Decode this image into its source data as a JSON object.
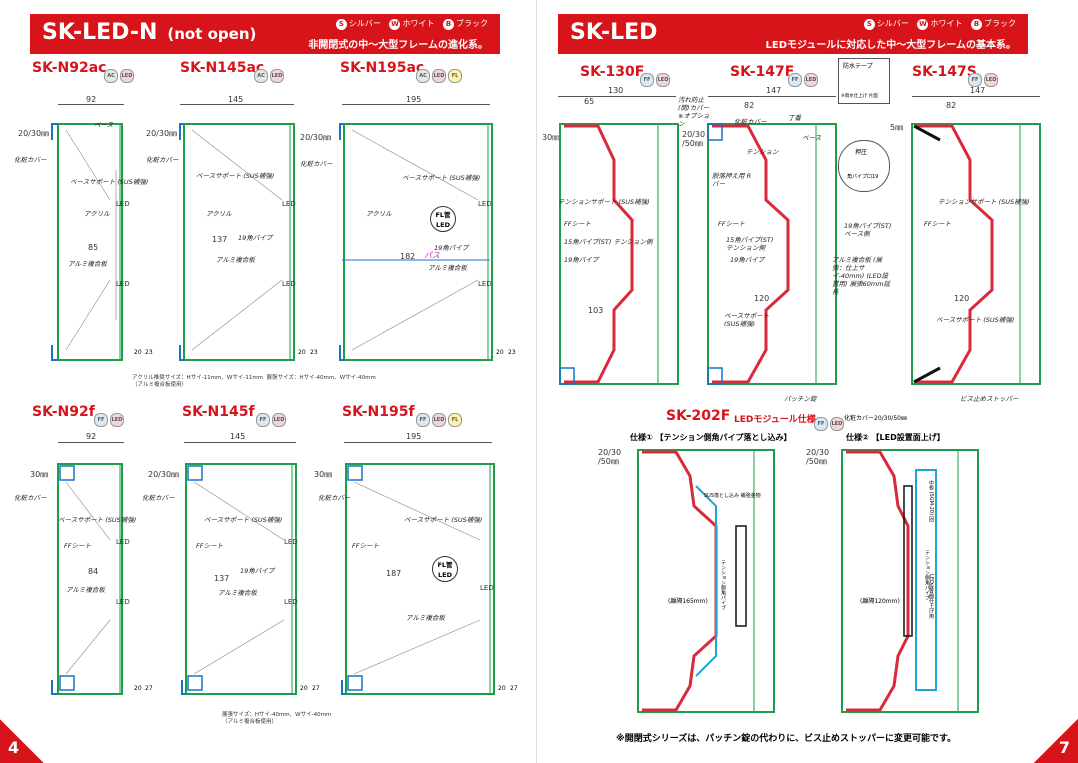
{
  "left_page": {
    "page_number": "4",
    "title": "SK-LED-N",
    "subtitle": "(not open)",
    "colors": [
      {
        "icon": "S",
        "label": "シルバー"
      },
      {
        "icon": "W",
        "label": "ホワイト"
      },
      {
        "icon": "B",
        "label": "ブラック"
      }
    ],
    "tagline": "非開閉式の中～大型フレームの進化系。",
    "models": [
      {
        "name": "SK-N92ac",
        "badges": [
          "AC",
          "LED"
        ],
        "width": "92",
        "inner": "85",
        "top_dim": "20/30㎜",
        "labels": [
          "ベース",
          "化粧カバー",
          "ベースサポート (SUS補強)",
          "アクリル",
          "アルミ複合板"
        ],
        "side": "LED",
        "bot": "20",
        "bot2": "23"
      },
      {
        "name": "SK-N145ac",
        "badges": [
          "AC",
          "LED"
        ],
        "width": "145",
        "inner": "137",
        "top_dim": "20/30㎜",
        "labels": [
          "化粧カバー",
          "ベースサポート (SUS補強)",
          "アクリル",
          "19角パイプ",
          "アルミ複合板"
        ],
        "side": "LED",
        "bot": "20",
        "bot2": "23"
      },
      {
        "name": "SK-N195ac",
        "badges": [
          "AC",
          "LED",
          "FL"
        ],
        "width": "195",
        "inner": "182",
        "top_dim": "20/30㎜",
        "labels": [
          "化粧カバー",
          "ベースサポート (SUS補強)",
          "アクリル",
          "19角パイプ",
          "パス",
          "アルミ複合板"
        ],
        "fl": "FL管 LED",
        "side": "LED",
        "bot": "20",
        "bot2": "23"
      },
      {
        "name": "SK-N92f",
        "badges": [
          "FF",
          "LED"
        ],
        "width": "92",
        "inner": "84",
        "top_dim": "30㎜",
        "labels": [
          "化粧カバー",
          "ベースサポート (SUS補強)",
          "FFシート",
          "アルミ複合板"
        ],
        "side": "LED",
        "bot": "20",
        "bot2": "27"
      },
      {
        "name": "SK-N145f",
        "badges": [
          "FF",
          "LED"
        ],
        "width": "145",
        "inner": "137",
        "top_dim": "20/30㎜",
        "labels": [
          "化粧カバー",
          "ベースサポート (SUS補強)",
          "FFシート",
          "19角パイプ",
          "アルミ複合板"
        ],
        "side": "LED",
        "bot": "20",
        "bot2": "27"
      },
      {
        "name": "SK-N195f",
        "badges": [
          "FF",
          "LED",
          "FL"
        ],
        "width": "195",
        "inner": "187",
        "top_dim": "30㎜",
        "labels": [
          "化粧カバー",
          "ベースサポート (SUS補強)",
          "FFシート",
          "アルミ複合板"
        ],
        "fl": "FL管 LED",
        "side": "LED",
        "bot": "20",
        "bot2": "27"
      }
    ],
    "footnote_top": "アクリル推奨サイズ：Hサイ-11mm、Wサイ-11mm  展張サイズ：Hサイ-40mm、Wサイ-40mm\n（アルミ複合板使用）",
    "footnote_bottom": "展張サイズ：Hサイ-40mm、Wサイ-40mm\n（アルミ複合板使用）"
  },
  "right_page": {
    "page_number": "7",
    "title": "SK-LED",
    "colors": [
      {
        "icon": "S",
        "label": "シルバー"
      },
      {
        "icon": "W",
        "label": "ホワイト"
      },
      {
        "icon": "B",
        "label": "ブラック"
      }
    ],
    "tagline": "LEDモジュールに対応した中～大型フレームの基本系。",
    "models": [
      {
        "name": "SK-130F",
        "badges": [
          "FF",
          "LED"
        ],
        "width": "130",
        "sub_width": "65",
        "inner": "103",
        "top_dim": "30㎜",
        "labels": [
          "テンションサポート (SUS補強)",
          "FFシート",
          "15角パイプ(ST) テンション側",
          "19角パイプ"
        ]
      },
      {
        "name": "SK-147F",
        "badges": [
          "FF",
          "LED"
        ],
        "width": "147",
        "sub_width": "82",
        "inner": "120",
        "top_dim": "20/30 /50㎜",
        "labels": [
          "汚れ防止(間)カバー ※オプション",
          "化粧カバー",
          "丁番",
          "ベース",
          "テンション",
          "脱落押え用 Rバー",
          "FFシート",
          "15角パイプ(ST) テンション側",
          "19角パイプ",
          "19角パイプ(ST) ベース側",
          "アルミ複合板 (展張：仕上サイ-40mm) (LED設置用) 展張60mm延長",
          "ベースサポート (SUS補強)",
          "パッチン錠"
        ],
        "callout": [
          "防水テープ",
          "※雨水仕上げ 片面",
          "押圧",
          "角パイプ口19"
        ]
      },
      {
        "name": "SK-147S",
        "badges": [
          "FF",
          "LED"
        ],
        "width": "147",
        "sub_width": "82",
        "inner": "120",
        "top_dim": "5㎜",
        "labels": [
          "テンションサポート (SUS補強)",
          "FFシート",
          "ベースサポート (SUS補強)",
          "ビス止めストッパー"
        ]
      }
    ],
    "sk202": {
      "name": "SK-202F",
      "subtitle": "LEDモジュール仕様",
      "badges": [
        "FF",
        "LED"
      ],
      "cover_note": "化粧カバー20/30/50㎜",
      "variants": [
        {
          "title": "仕様① 【テンション側角パイプ落とし込み】",
          "top_dim": "20/30 /50㎜",
          "spacing": "(離隔165mm)",
          "labels": [
            "SUS落とし込み 補強金物",
            "テンション側角パイプ"
          ]
        },
        {
          "title": "仕様② 【LED設置面上げ】",
          "top_dim": "20/30 /50㎜",
          "spacing": "(離隔120mm)",
          "labels": [
            "テンション側角パイプ",
            "中板 (SGM-20) 固",
            "LED設置面仕上げ用"
          ]
        }
      ]
    },
    "bottom_note": "※開閉式シリーズは、パッチン錠の代わりに、ビス止めストッパーに変更可能です。"
  },
  "palette": {
    "accent": "#d8141b",
    "frame": "#1e9e4a",
    "blue": "#1a73c9",
    "red_part": "#d82a3a",
    "cyan": "#1aa7d8"
  }
}
